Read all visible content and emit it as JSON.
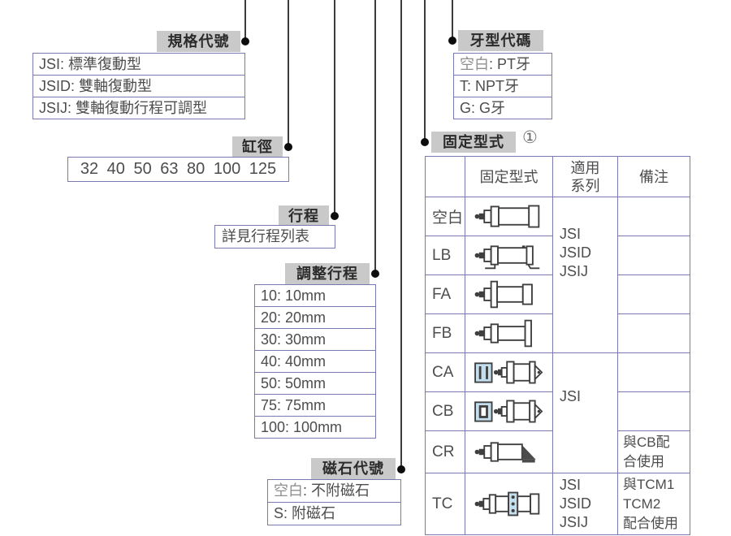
{
  "colors": {
    "label_bg": "#c9c9c9",
    "label_text": "#2b2b2b",
    "box_border": "#7a7ab0",
    "text": "#4d4d4d",
    "muted": "#8f8f8f",
    "line": "#3c3c3c",
    "dot": "#0d0d0d",
    "icon_stroke": "#3f3f3f",
    "icon_accent": "#c3dfee"
  },
  "callouts": {
    "spec": {
      "label": "規格代號",
      "rows": [
        "JSI: 標準復動型",
        "JSID: 雙軸復動型",
        "JSIJ: 雙軸復動行程可調型"
      ]
    },
    "bore": {
      "label": "缸徑",
      "value": "32 40 50 63 80 100 125"
    },
    "stroke": {
      "label": "行程",
      "value": "詳見行程列表"
    },
    "adjust_stroke": {
      "label": "調整行程",
      "rows": [
        "10: 10mm",
        "20: 20mm",
        "30: 30mm",
        "40: 40mm",
        "50: 50mm",
        "75: 75mm",
        "100: 100mm"
      ]
    },
    "magnet": {
      "label": "磁石代號",
      "rows": [
        {
          "code": "空白",
          "rest": ": 不附磁石",
          "muted_code": true
        },
        {
          "code": "S",
          "rest": ": 附磁石",
          "muted_code": false
        }
      ]
    },
    "thread": {
      "label": "牙型代碼",
      "rows": [
        {
          "code": "空白",
          "rest": ": PT牙",
          "muted_code": true
        },
        {
          "code": "T",
          "rest": ": NPT牙",
          "muted_code": false
        },
        {
          "code": "G",
          "rest": ": G牙",
          "muted_code": false
        }
      ]
    },
    "mount": {
      "label": "固定型式",
      "footnote_mark": "①"
    }
  },
  "mount_table": {
    "headers": {
      "mount_type": "固定型式",
      "series": "適用\n系列",
      "remark": "備注"
    },
    "rows": [
      {
        "code": "空白",
        "muted": true,
        "icon": "cyl-basic"
      },
      {
        "code": "LB",
        "muted": false,
        "icon": "cyl-foot-mount"
      },
      {
        "code": "FA",
        "muted": false,
        "icon": "cyl-front-flange"
      },
      {
        "code": "FB",
        "muted": false,
        "icon": "cyl-rear-flange"
      },
      {
        "code": "CA",
        "muted": false,
        "icon": "cyl-single-clevis"
      },
      {
        "code": "CB",
        "muted": false,
        "icon": "cyl-double-clevis"
      },
      {
        "code": "CR",
        "muted": false,
        "icon": "cyl-rear-hinge"
      },
      {
        "code": "TC",
        "muted": false,
        "icon": "cyl-trunnion"
      }
    ],
    "series_spans": [
      {
        "from_row": 0,
        "span": 4,
        "text": "JSI\nJSID\nJSIJ"
      },
      {
        "from_row": 4,
        "span": 3,
        "text": "JSI"
      },
      {
        "from_row": 7,
        "span": 1,
        "text": "JSI\nJSID\nJSIJ"
      }
    ],
    "remarks": [
      "",
      "",
      "",
      "",
      "",
      "",
      "與CB配\n合使用",
      "與TCM1\nTCM2\n配合使用"
    ]
  }
}
